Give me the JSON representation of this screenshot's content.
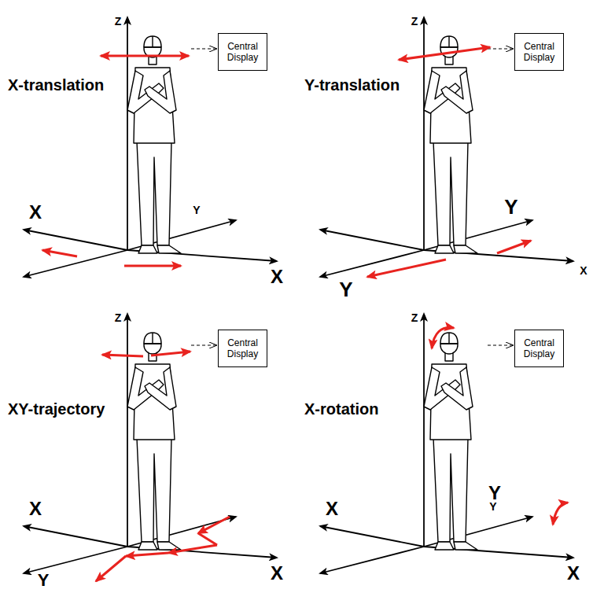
{
  "diagram": {
    "nodes": [
      {
        "text": [
          "Central Display"
        ]
      },
      {
        "text": [
          "Central Display"
        ]
      },
      {
        "text": [
          "Central Display"
        ]
      },
      {
        "text": [
          "Central Display"
        ]
      }
    ],
    "labels": [
      "Z",
      "X-translation",
      "X",
      "Y",
      "X",
      "Z",
      "Y-translation",
      "Y",
      "X",
      "Y",
      "Z",
      "XY-trajectory",
      "X",
      "Y",
      "Y",
      "X",
      "Z",
      "X-rotation",
      "X",
      "Y",
      "X"
    ]
  }
}
